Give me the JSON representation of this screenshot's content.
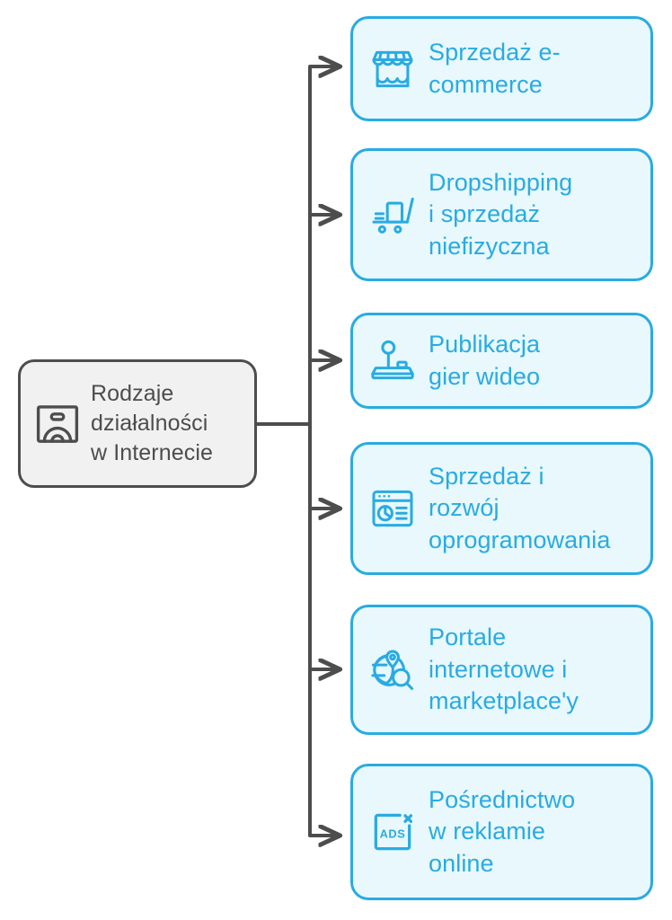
{
  "diagram": {
    "type": "tree-mindmap",
    "orientation": "left-to-right",
    "colors": {
      "leaf_border": "#29abe2",
      "leaf_fill": "#e8f8fd",
      "leaf_text": "#29abe2",
      "root_border": "#4d4d4d",
      "root_fill": "#f1f1f1",
      "root_text": "#4d4d4d",
      "connector": "#4d4d4d",
      "background": "#ffffff"
    },
    "root": {
      "label": "Rodzaje\ndziałalności\nw Internecie",
      "icon": "internet-business-archway-icon"
    },
    "branches": [
      {
        "label": "Sprzedaż e-\ncommerce",
        "icon": "storefront-icon"
      },
      {
        "label": "Dropshipping\ni sprzedaż\nniefizyczna",
        "icon": "delivery-cart-icon"
      },
      {
        "label": "Publikacja\ngier wideo",
        "icon": "joystick-icon"
      },
      {
        "label": "Sprzedaż i\nrozwój\noprogramowania",
        "icon": "browser-analytics-icon"
      },
      {
        "label": "Portale\ninternetowe i\nmarketplace'y",
        "icon": "globe-search-pin-icon"
      },
      {
        "label": "Pośrednictwo\nw reklamie\nonline",
        "icon": "ads-banner-icon"
      }
    ]
  }
}
